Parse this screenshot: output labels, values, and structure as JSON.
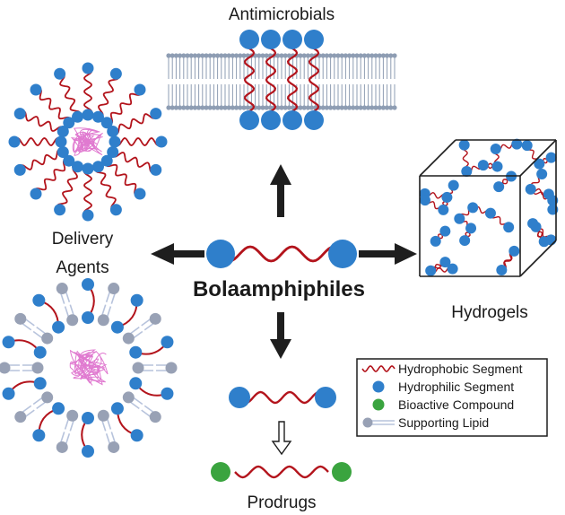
{
  "labels": {
    "center": "Bolaamphiphiles",
    "antimicrobials": "Antimicrobials",
    "delivery_line1": "Delivery",
    "delivery_line2": "Agents",
    "hydrogels": "Hydrogels",
    "prodrugs": "Prodrugs"
  },
  "legend": {
    "items": [
      {
        "label": "Hydrophobic Segment",
        "symbol": "wavy-line-icon"
      },
      {
        "label": "Hydrophilic Segment",
        "symbol": "blue-circle-icon"
      },
      {
        "label": "Bioactive Compound",
        "symbol": "green-circle-icon"
      },
      {
        "label": "Supporting Lipid",
        "symbol": "lipid-icon"
      }
    ]
  },
  "colors": {
    "hydrophilic": "#2f7fcb",
    "hydrophobic": "#b3141c",
    "bioactive": "#3aa43f",
    "lipid_head": "#98a1b5",
    "lipid_tail": "#b7c3dc",
    "membrane": "#8e9db3",
    "cargo": "#e07ad0",
    "arrow": "#1e1e1e"
  }
}
